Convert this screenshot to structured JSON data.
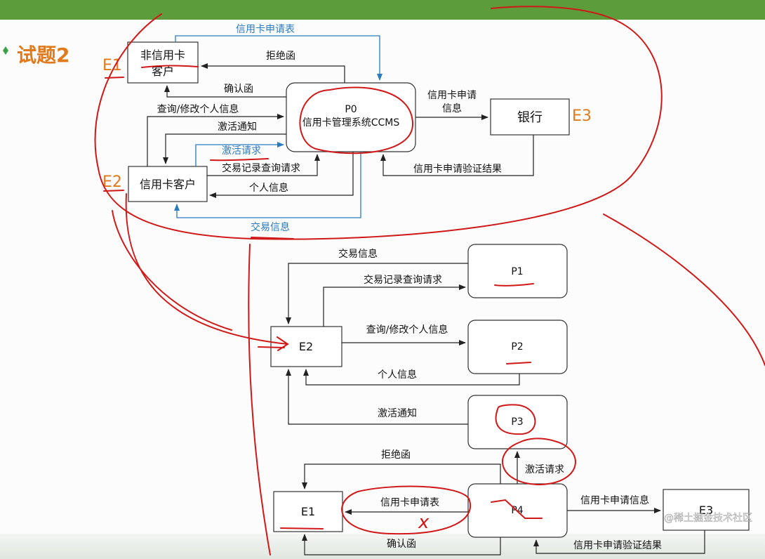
{
  "title": "试题2",
  "tags": {
    "e1": "E1",
    "e2": "E2",
    "e3": "E3"
  },
  "context": {
    "nodes": {
      "non_card_customer_line1": "非信用卡",
      "non_card_customer_line2": "客户",
      "system_id": "P0",
      "system_name": "信用卡管理系统CCMS",
      "bank": "银行",
      "card_customer": "信用卡客户"
    },
    "flows": {
      "application_form": "信用卡申请表",
      "rejection_letter": "拒绝函",
      "confirmation_letter": "确认函",
      "query_modify": "查询/修改个人信息",
      "activation_notice": "激活通知",
      "activation_request": "激活请求",
      "transaction_query": "交易记录查询请求",
      "personal_info": "个人信息",
      "transaction_info": "交易信息",
      "application_info_line1": "信用卡申请",
      "application_info_line2": "信息",
      "verification_result": "信用卡申请验证结果"
    }
  },
  "level1": {
    "nodes": {
      "p1": "P1",
      "p2": "P2",
      "p3": "P3",
      "p4": "P4",
      "e1": "E1",
      "e2": "E2",
      "e3": "E3"
    },
    "flows": {
      "transaction_info": "交易信息",
      "transaction_query": "交易记录查询请求",
      "query_modify": "查询/修改个人信息",
      "personal_info": "个人信息",
      "activation_notice": "激活通知",
      "activation_request": "激活请求",
      "rejection_letter": "拒绝函",
      "application_form": "信用卡申请表",
      "application_info": "信用卡申请信息",
      "confirmation_letter": "确认函",
      "verification_result": "信用卡申请验证结果"
    }
  },
  "annotation_marks": {
    "cross": "x"
  },
  "watermark": "@稀土掘金技术社区",
  "colors": {
    "accent_orange": "#e07a1c",
    "flow_blue": "#2b7bc0",
    "ink_red": "#d01818",
    "header_green": "#5d9c3a"
  }
}
